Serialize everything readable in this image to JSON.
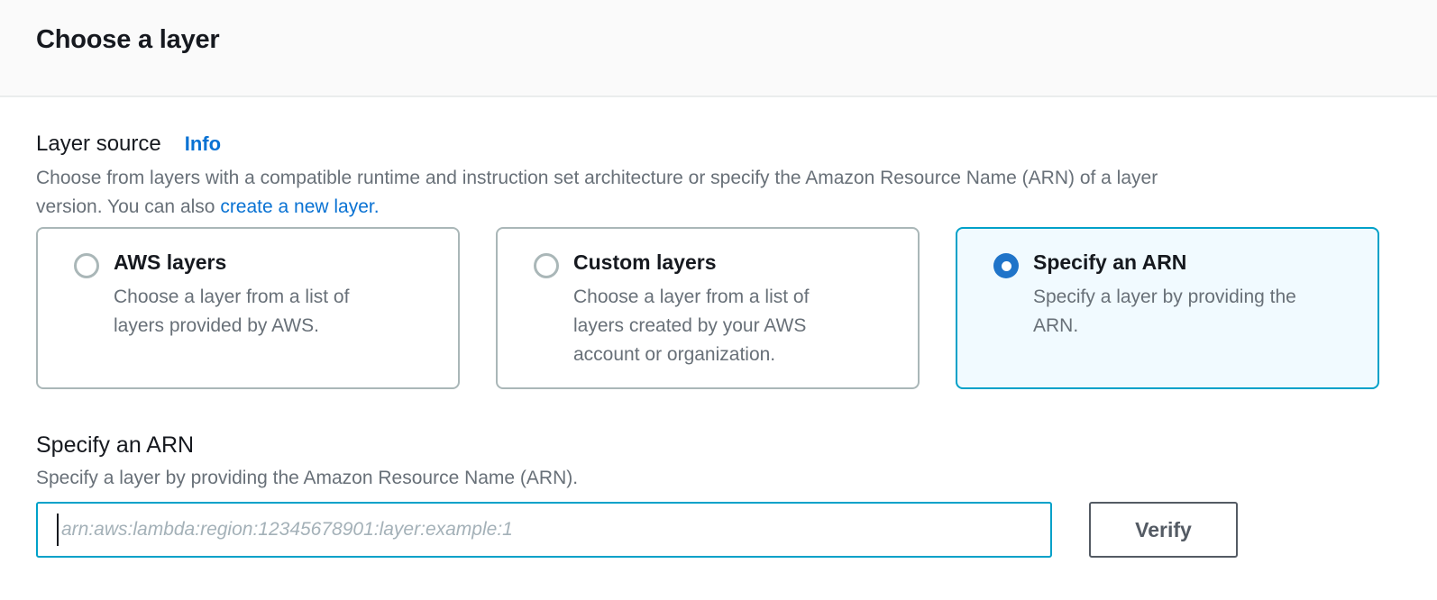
{
  "header": {
    "title": "Choose a layer"
  },
  "layer_source": {
    "label": "Layer source",
    "info_link": "Info",
    "description_line1": "Choose from layers with a compatible runtime and instruction set architecture or specify the Amazon Resource Name (ARN) of a layer",
    "description_line2_prefix": "version. You can also ",
    "create_layer_link": "create a new layer."
  },
  "options": [
    {
      "title": "AWS layers",
      "description": "Choose a layer from a list of layers provided by AWS.",
      "selected": false
    },
    {
      "title": "Custom layers",
      "description": "Choose a layer from a list of layers created by your AWS account or organization.",
      "selected": false
    },
    {
      "title": "Specify an ARN",
      "description": "Specify a layer by providing the ARN.",
      "selected": true
    }
  ],
  "arn_section": {
    "title": "Specify an ARN",
    "description": "Specify a layer by providing the Amazon Resource Name (ARN).",
    "input_value": "",
    "input_placeholder": "arn:aws:lambda:region:12345678901:layer:example:1",
    "verify_button": "Verify"
  },
  "colors": {
    "accent_link_blue": "#0972d3",
    "radio_checked_blue": "#2074c9",
    "selected_tile_border": "#00a1c9",
    "selected_tile_background": "#f1faff",
    "tile_border": "#aab7b8",
    "header_background": "#fafafa",
    "divider": "#eaeded",
    "primary_text": "#16191f",
    "secondary_text": "#687078",
    "button_border_text": "#545b64",
    "placeholder_text": "#a4b1b8"
  }
}
